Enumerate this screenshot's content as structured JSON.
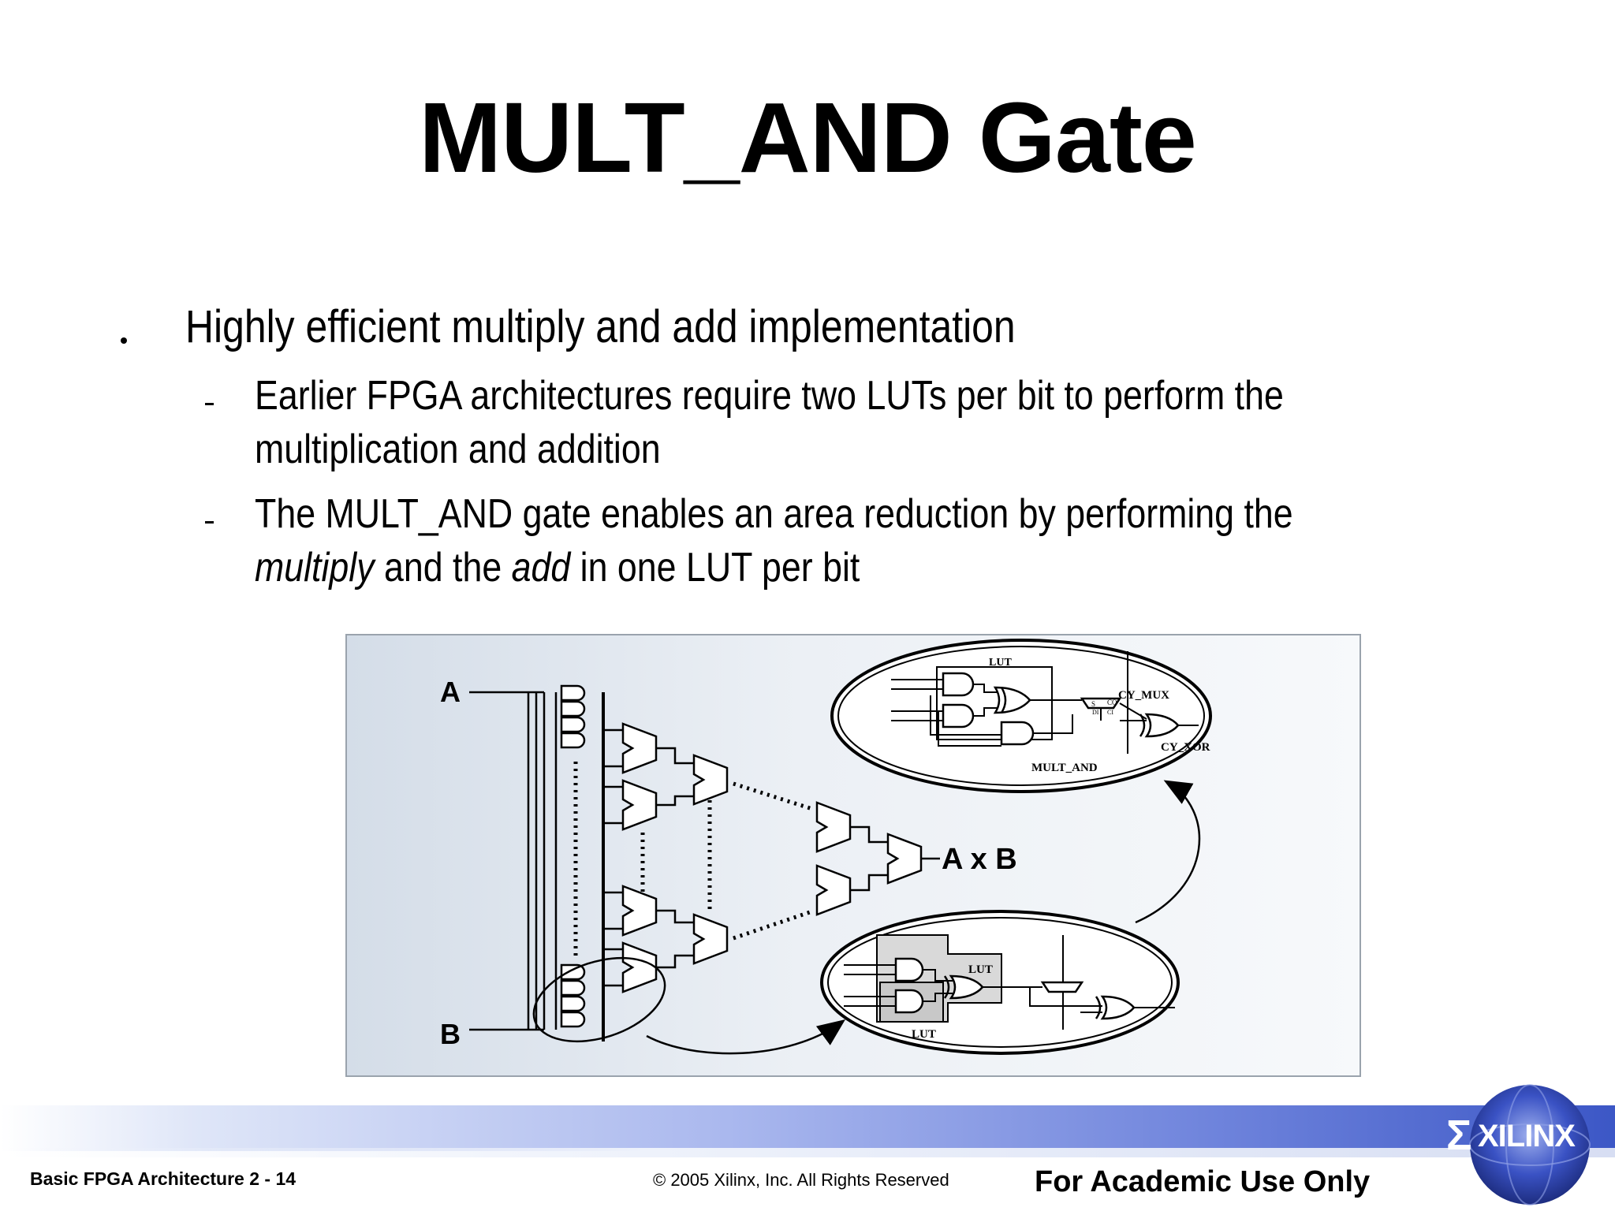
{
  "slide": {
    "title": "MULT_AND Gate",
    "bullets": [
      {
        "text": "Highly efficient multiply and add implementation"
      }
    ],
    "subbullets": [
      {
        "line1": "Earlier FPGA architectures require two LUTs per bit to perform the",
        "line2": "multiplication and addition"
      },
      {
        "line1": "The MULT_AND gate enables an area reduction by performing the",
        "line2_em1": "multiply",
        "line2_mid": " and the ",
        "line2_em2": "add",
        "line2_end": " in one LUT per bit"
      }
    ]
  },
  "diagram": {
    "input_a": "A",
    "input_b": "B",
    "output": "A x B",
    "top_lut": "LUT",
    "cy_mux": "CY_MUX",
    "cy_xor": "CY_XOR",
    "mult_and": "MULT_AND",
    "mux_s": "S",
    "mux_co": "CO",
    "mux_di": "DI",
    "mux_ci": "CI",
    "bottom_lut_a": "LUT",
    "bottom_lut_b": "LUT"
  },
  "footer": {
    "left": "Basic FPGA Architecture  2 - 14",
    "center": "© 2005 Xilinx, Inc. All Rights Reserved",
    "right": "For Academic Use Only",
    "logo_text": "XILINX",
    "logo_symbol": "Σ"
  },
  "colors": {
    "band_dark": "#3c57c6",
    "logo_blue": "#2c46b8"
  }
}
